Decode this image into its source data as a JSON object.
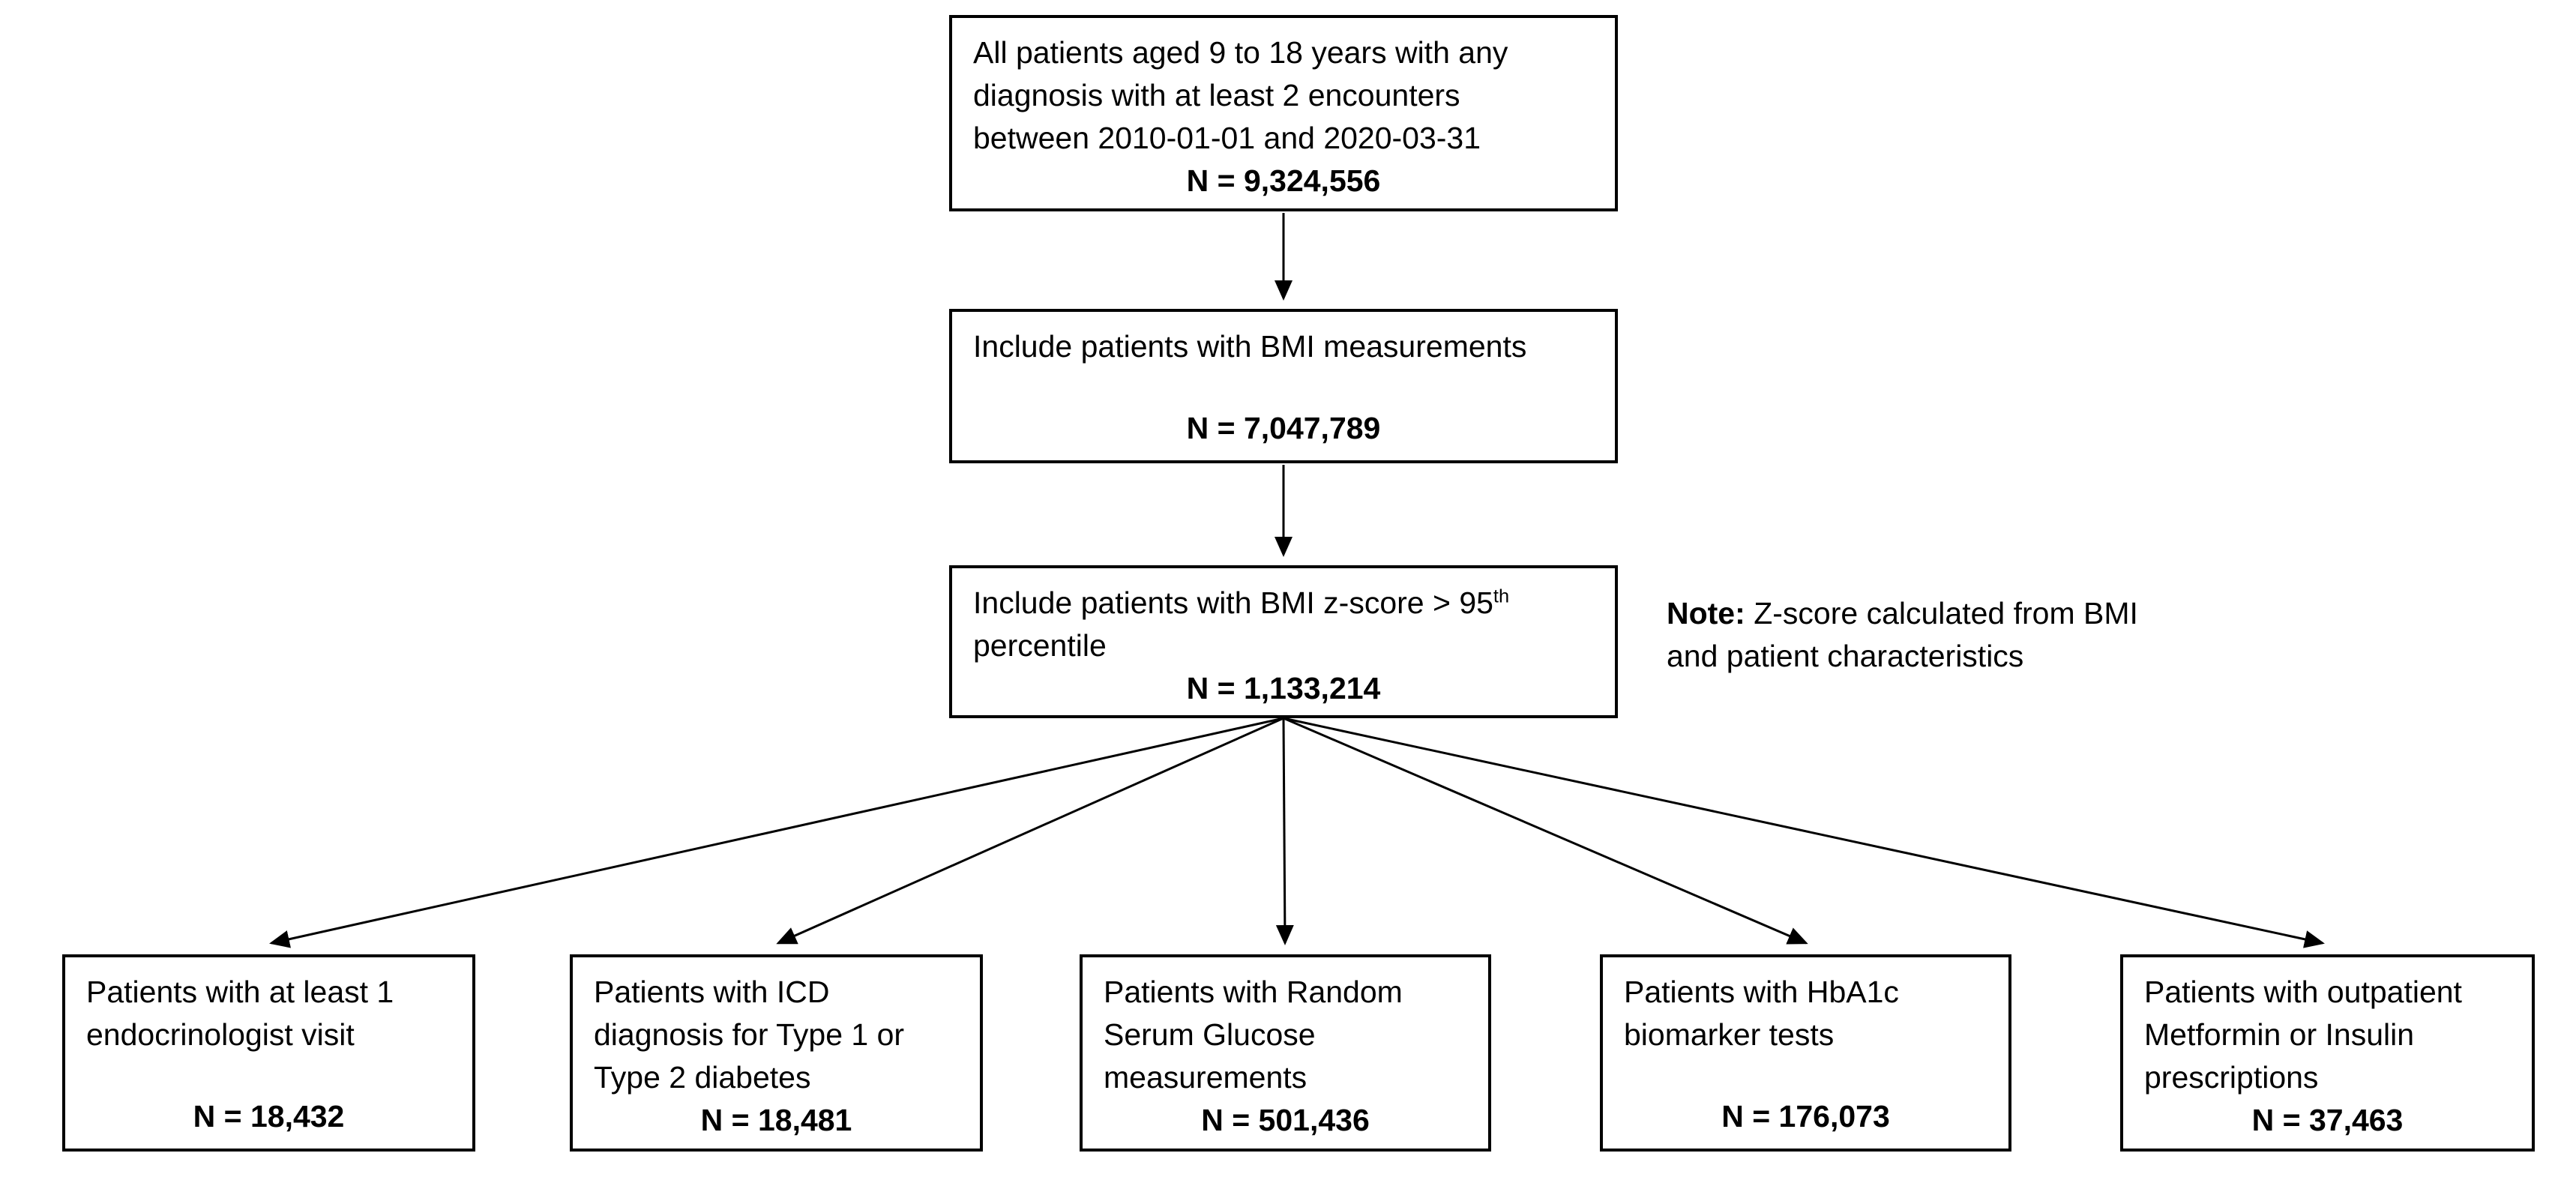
{
  "flow": {
    "top_boxes": [
      {
        "lines": [
          "All patients aged 9 to 18 years with any",
          "diagnosis with at least 2 encounters",
          "between 2010-01-01 and 2020-03-31"
        ],
        "n": "N = 9,324,556"
      },
      {
        "lines": [
          "Include patients with BMI measurements"
        ],
        "n": "N = 7,047,789"
      },
      {
        "line1_pre": "Include patients with BMI z-score > 95",
        "line1_sup": "th",
        "line2": "percentile",
        "n": "N = 1,133,214"
      }
    ],
    "note": {
      "label": "Note:",
      "line1": "Z-score calculated from BMI",
      "line2": "and patient characteristics"
    },
    "bottom_boxes": [
      {
        "lines": [
          "Patients with at least 1",
          "endocrinologist visit"
        ],
        "n": "N = 18,432"
      },
      {
        "lines": [
          "Patients with ICD",
          "diagnosis for Type 1 or",
          "Type 2 diabetes"
        ],
        "n": "N = 18,481"
      },
      {
        "lines": [
          "Patients with Random",
          "Serum Glucose",
          "measurements"
        ],
        "n": "N = 501,436"
      },
      {
        "lines": [
          "Patients with HbA1c",
          "biomarker tests"
        ],
        "n": "N = 176,073"
      },
      {
        "lines": [
          "Patients with outpatient",
          "Metformin or Insulin",
          "prescriptions"
        ],
        "n": "N = 37,463"
      }
    ],
    "colors": {
      "line": "#000000",
      "border": "#000000",
      "text": "#000000",
      "background": "#ffffff"
    }
  }
}
